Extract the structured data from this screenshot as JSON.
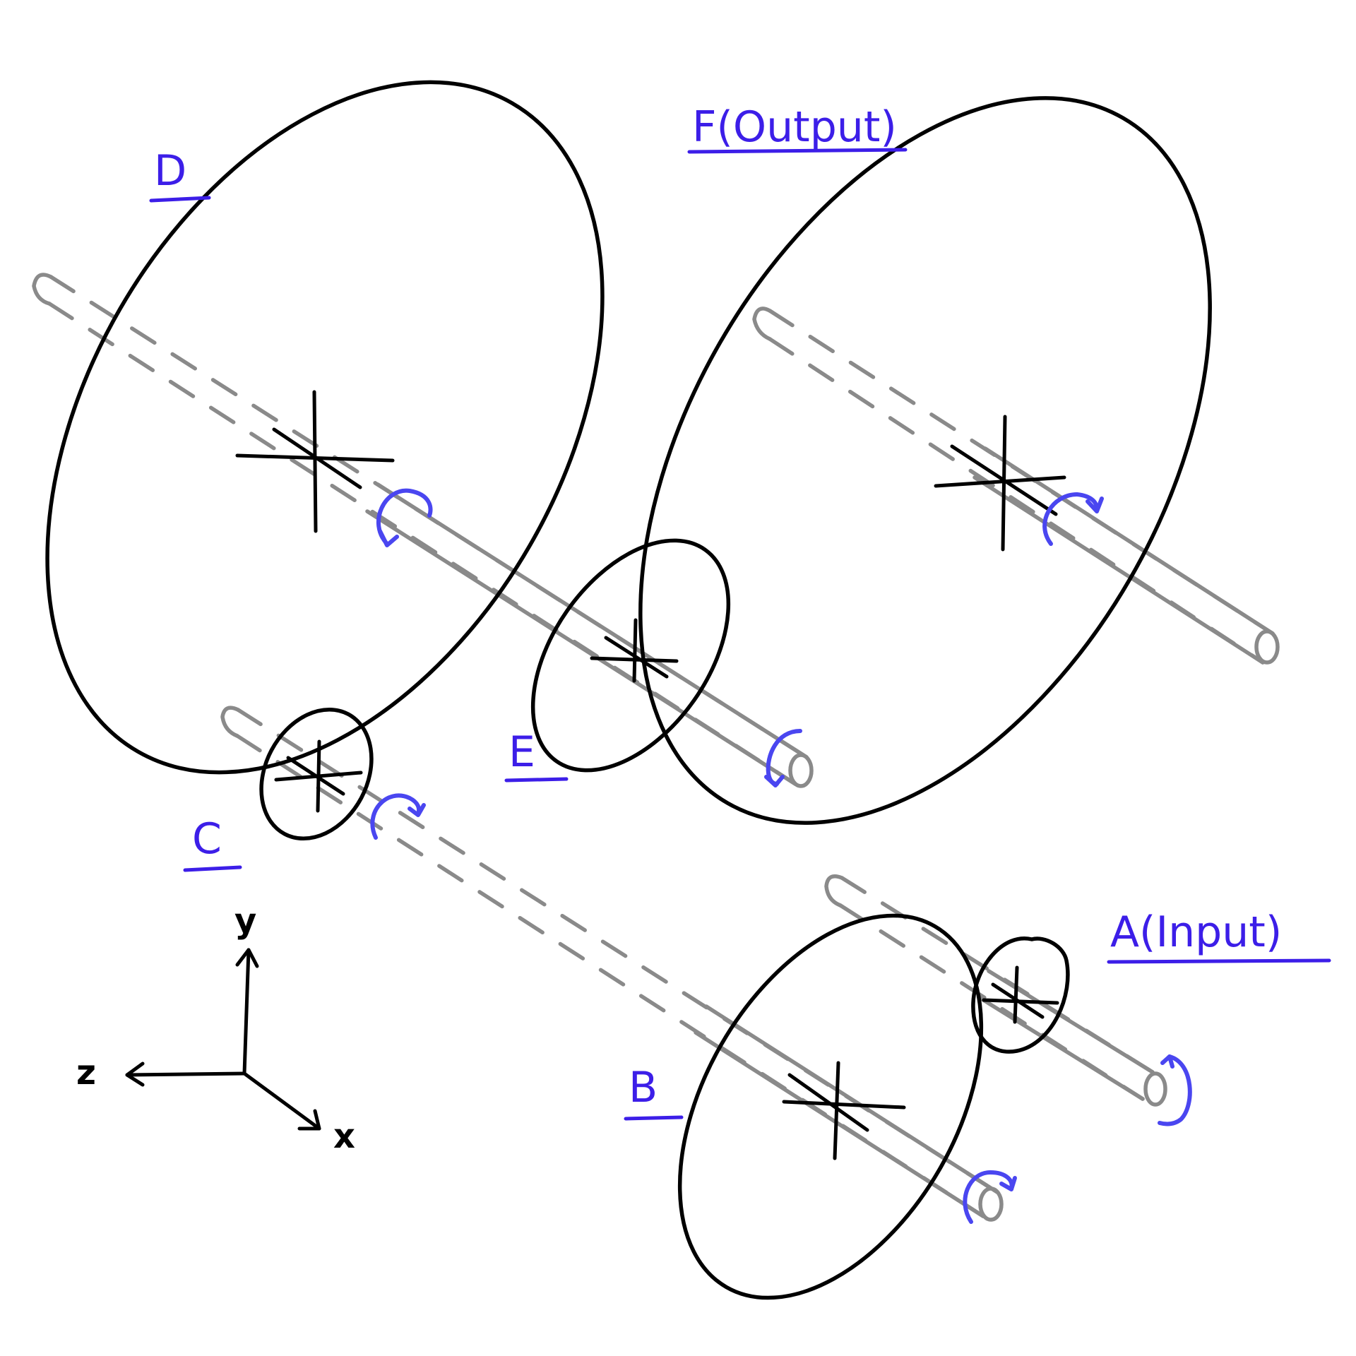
{
  "colors": {
    "label": "#3c1ee8",
    "rotation_arrow": "#4a46f0",
    "gear": "#000000",
    "shaft": "#8a8a8a"
  },
  "gears": [
    {
      "id": "A",
      "label": "A(Input)"
    },
    {
      "id": "B",
      "label": "B"
    },
    {
      "id": "C",
      "label": "C"
    },
    {
      "id": "D",
      "label": "D"
    },
    {
      "id": "E",
      "label": "E"
    },
    {
      "id": "F",
      "label": "F(Output)"
    }
  ],
  "axes": {
    "x_label": "x",
    "y_label": "y",
    "z_label": "z"
  },
  "icons": {
    "rotation": "rotation-arrow-icon"
  }
}
